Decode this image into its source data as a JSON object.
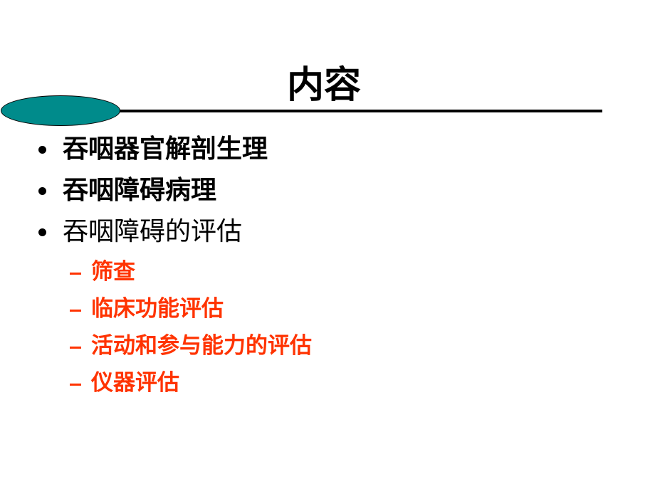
{
  "slide": {
    "title": "内容",
    "decoration": {
      "ellipse_fill": "#008B8B",
      "rule_color": "#000000"
    },
    "bullets": [
      {
        "text": "吞咽器官解剖生理",
        "bold": true
      },
      {
        "text": "吞咽障碍病理",
        "bold": true
      },
      {
        "text": "吞咽障碍的评估",
        "bold": false
      }
    ],
    "sub_bullets": [
      {
        "text": "筛查"
      },
      {
        "text": "临床功能评估"
      },
      {
        "text": "活动和参与能力的评估"
      },
      {
        "text": "仪器评估"
      }
    ],
    "colors": {
      "text": "#000000",
      "accent": "#FF3300"
    }
  }
}
